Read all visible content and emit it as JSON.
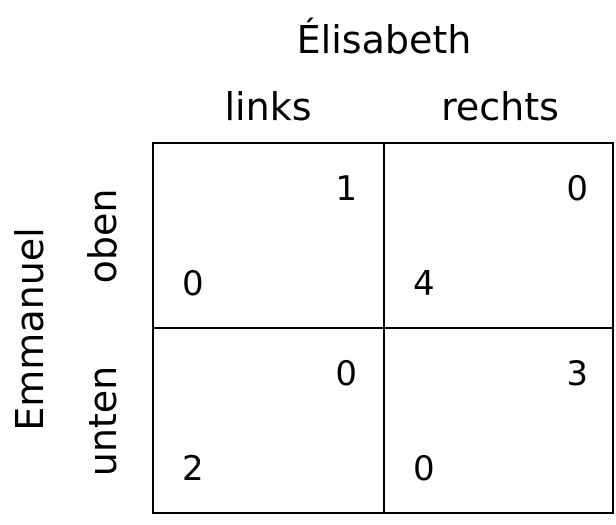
{
  "column_player": "Élisabeth",
  "row_player": "Emmanuel",
  "column_strategies": [
    "links",
    "rechts"
  ],
  "row_strategies": [
    "oben",
    "unten"
  ],
  "payoffs": [
    [
      {
        "column_payoff": "1",
        "row_payoff": "0"
      },
      {
        "column_payoff": "0",
        "row_payoff": "4"
      }
    ],
    [
      {
        "column_payoff": "0",
        "row_payoff": "2"
      },
      {
        "column_payoff": "3",
        "row_payoff": "0"
      }
    ]
  ]
}
